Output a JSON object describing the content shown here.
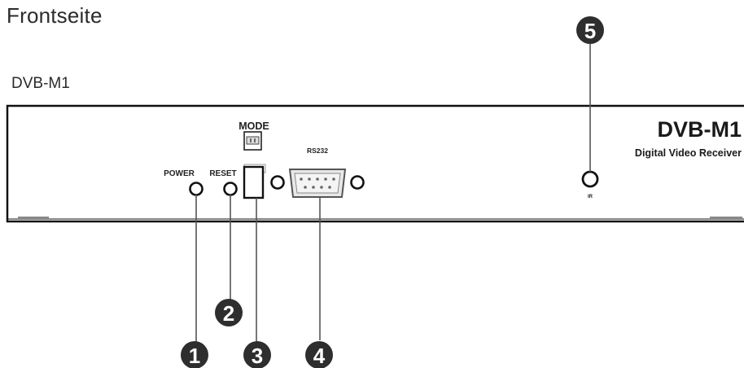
{
  "title": "Frontseite",
  "model_label": "DVB-M1",
  "device": {
    "brand": "DVB-M1",
    "subtitle": "Digital Video Receiver",
    "labels": {
      "mode": "MODE",
      "rs232": "RS232",
      "power": "POWER",
      "reset": "RESET",
      "ir": "IR"
    }
  },
  "callouts": [
    "1",
    "2",
    "3",
    "4",
    "5"
  ],
  "colors": {
    "panel_outline": "#111111",
    "callout_fill": "#2e2e2e",
    "connector_fill": "#e8e8e8",
    "text": "#222222"
  }
}
